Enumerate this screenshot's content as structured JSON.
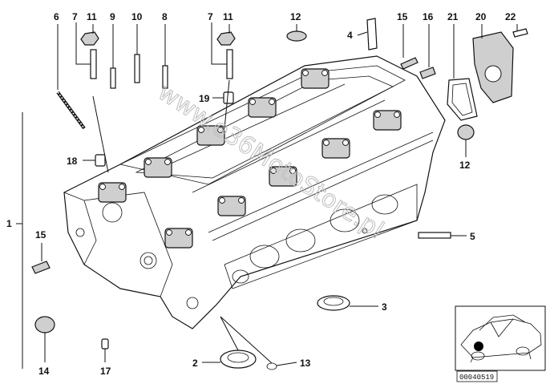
{
  "watermark": "www.e36MotoStore.pl",
  "reference_code": "00040519",
  "callouts": [
    {
      "id": "6",
      "label": "6"
    },
    {
      "id": "7a",
      "label": "7"
    },
    {
      "id": "11a",
      "label": "11"
    },
    {
      "id": "9",
      "label": "9"
    },
    {
      "id": "10",
      "label": "10"
    },
    {
      "id": "8",
      "label": "8"
    },
    {
      "id": "7b",
      "label": "7"
    },
    {
      "id": "11b",
      "label": "11"
    },
    {
      "id": "12a",
      "label": "12"
    },
    {
      "id": "4",
      "label": "4"
    },
    {
      "id": "15a",
      "label": "15"
    },
    {
      "id": "16",
      "label": "16"
    },
    {
      "id": "21",
      "label": "21"
    },
    {
      "id": "20",
      "label": "20"
    },
    {
      "id": "22",
      "label": "22"
    },
    {
      "id": "19",
      "label": "19"
    },
    {
      "id": "18",
      "label": "18"
    },
    {
      "id": "12b",
      "label": "12"
    },
    {
      "id": "1",
      "label": "1"
    },
    {
      "id": "15b",
      "label": "15"
    },
    {
      "id": "5",
      "label": "5"
    },
    {
      "id": "3",
      "label": "3"
    },
    {
      "id": "2",
      "label": "2"
    },
    {
      "id": "13",
      "label": "13"
    },
    {
      "id": "14",
      "label": "14"
    },
    {
      "id": "17",
      "label": "17"
    }
  ]
}
